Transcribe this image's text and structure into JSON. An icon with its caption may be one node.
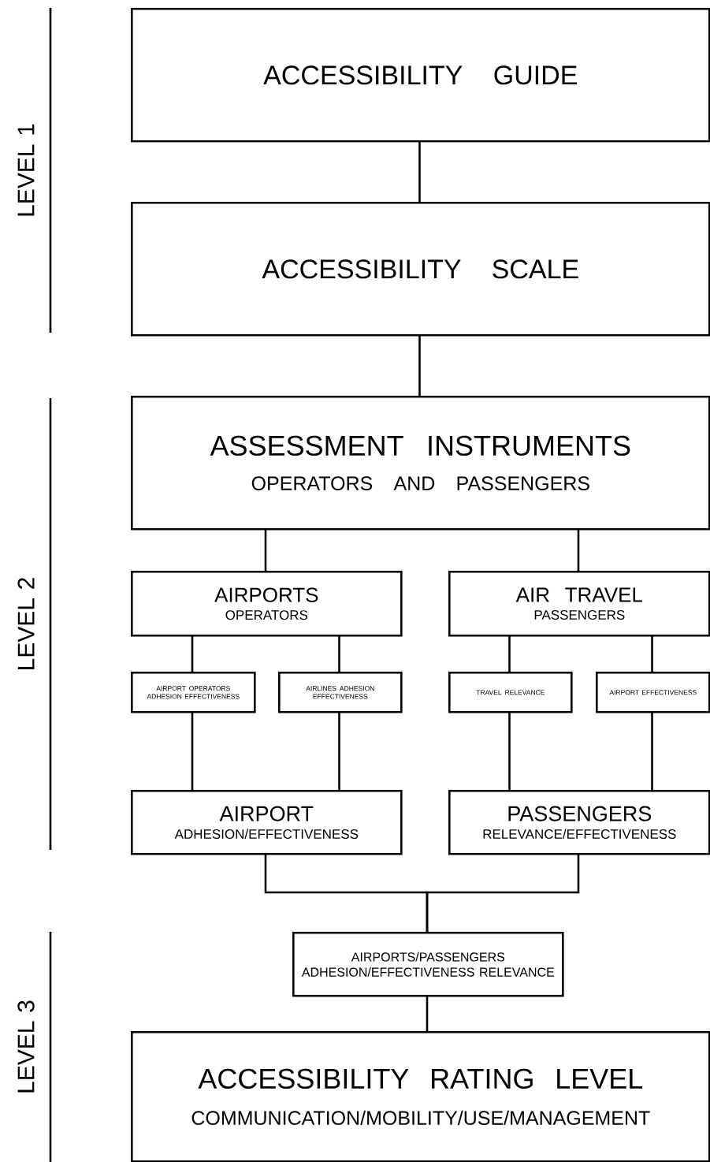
{
  "diagram": {
    "nodes": [
      {
        "text": [
          "ACCESSIBILITY GUIDE"
        ]
      },
      {
        "text": [
          "ACCESSIBILITY SCALE"
        ]
      },
      {
        "text": [
          "ASSESSMENT INSTRUMENTS",
          "OPERATORS AND PASSENGERS"
        ]
      },
      {
        "text": [
          "AIRPORTS",
          "OPERATORS"
        ]
      },
      {
        "text": [
          "AIR TRAVEL",
          "PASSENGERS"
        ]
      },
      {
        "text": [
          "AIRPORT OPERATORS ADHESION EFFECTIVENESS"
        ]
      },
      {
        "text": [
          "AIRLINES ADHESION EFFECTIVENESS"
        ]
      },
      {
        "text": [
          "TRAVEL RELEVANCE"
        ]
      },
      {
        "text": [
          "AIRPORT EFFECTIVENESS"
        ]
      },
      {
        "text": [
          "AIRPORT",
          "ADHESION/EFFECTIVENESS"
        ]
      },
      {
        "text": [
          "PASSENGERS",
          "RELEVANCE/EFFECTIVENESS"
        ]
      },
      {
        "text": [
          "AIRPORTS/PASSENGERS ADHESION/EFFECTIVENESS RELEVANCE"
        ]
      },
      {
        "text": [
          "ACCESSIBILITY RATING LEVEL",
          "COMMUNICATION/MOBILITY/USE/MANAGEMENT"
        ]
      }
    ],
    "edges": [
      {
        "from": 0,
        "to": 1,
        "arrow": "none"
      },
      {
        "from": 1,
        "to": 2,
        "arrow": "none"
      },
      {
        "from": 2,
        "to": 3,
        "arrow": "none"
      },
      {
        "from": 2,
        "to": 4,
        "arrow": "none"
      },
      {
        "from": 3,
        "to": 5,
        "arrow": "none"
      },
      {
        "from": 3,
        "to": 6,
        "arrow": "none"
      },
      {
        "from": 4,
        "to": 7,
        "arrow": "none"
      },
      {
        "from": 4,
        "to": 8,
        "arrow": "none"
      },
      {
        "from": 5,
        "to": 9,
        "arrow": "none"
      },
      {
        "from": 6,
        "to": 9,
        "arrow": "none"
      },
      {
        "from": 7,
        "to": 10,
        "arrow": "none"
      },
      {
        "from": 8,
        "to": 10,
        "arrow": "none"
      },
      {
        "from": 9,
        "to": 11,
        "arrow": "none"
      },
      {
        "from": 10,
        "to": 11,
        "arrow": "none"
      },
      {
        "from": 11,
        "to": 12,
        "arrow": "none"
      }
    ],
    "labels": [
      "LEVEL 1",
      "LEVEL 2",
      "LEVEL 3"
    ]
  }
}
